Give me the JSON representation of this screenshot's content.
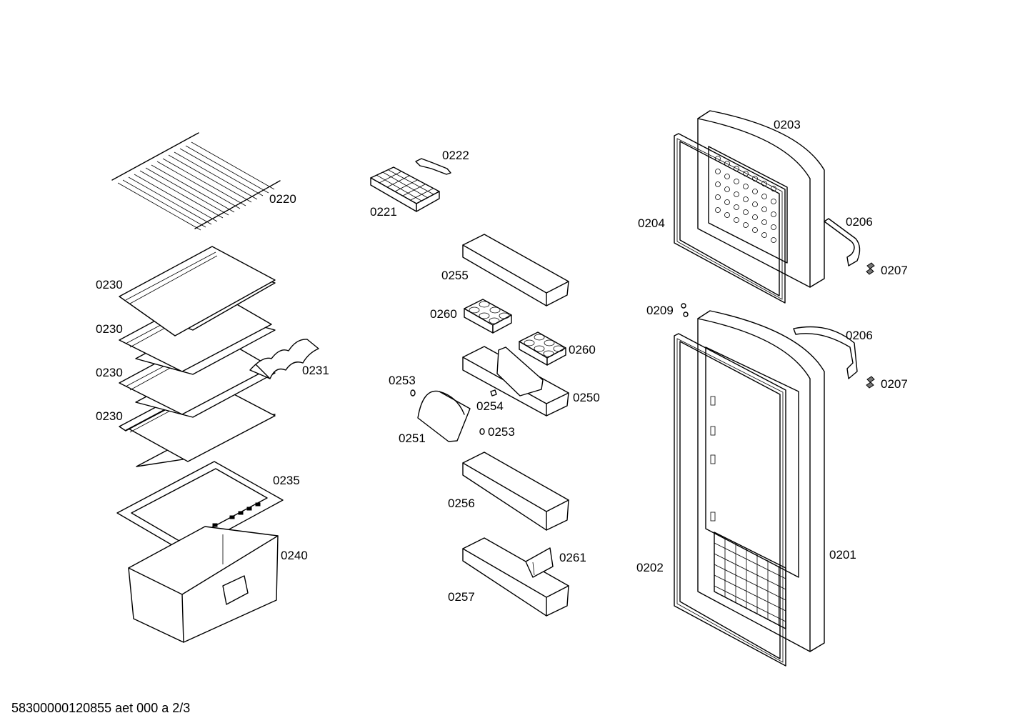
{
  "labels": {
    "p0220": "0220",
    "p0221": "0221",
    "p0222": "0222",
    "p0230a": "0230",
    "p0230b": "0230",
    "p0230c": "0230",
    "p0230d": "0230",
    "p0231": "0231",
    "p0235": "0235",
    "p0240": "0240",
    "p0255": "0255",
    "p0260a": "0260",
    "p0260b": "0260",
    "p0250": "0250",
    "p0253a": "0253",
    "p0254": "0254",
    "p0253b": "0253",
    "p0251": "0251",
    "p0256": "0256",
    "p0261": "0261",
    "p0257": "0257",
    "p0203": "0203",
    "p0204": "0204",
    "p0206a": "0206",
    "p0207a": "0207",
    "p0209": "0209",
    "p0206b": "0206",
    "p0207b": "0207",
    "p0202": "0202",
    "p0201": "0201"
  },
  "footer": "58300000120855 aet 000 a 2/3"
}
